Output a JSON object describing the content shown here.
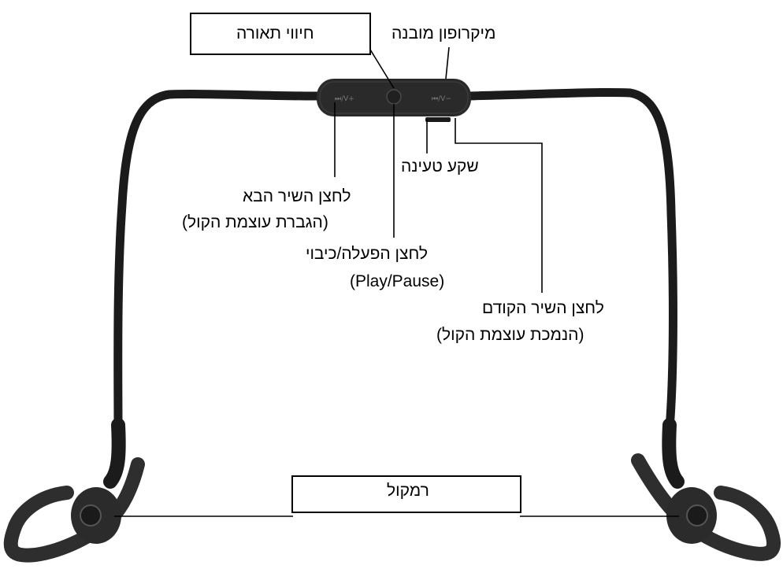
{
  "labels": {
    "light_indicator": "חיווי תאורה",
    "built_in_mic": "מיקרופון מובנה",
    "charging_port": "שקע טעינה",
    "next_song_line1": "לחצן השיר הבא",
    "next_song_line2": "(הגברת עוצמת הקול)",
    "play_pause_line1": "לחצן הפעלה/כיבוי",
    "play_pause_line2": "(Play/Pause)",
    "prev_song_line1": "לחצן השיר הקודם",
    "prev_song_line2": "(הנמכת עוצמת הקול)",
    "speaker": "רמקול"
  },
  "remote_markings": {
    "next_button": "⏭/V+",
    "prev_button": "⏮/V−"
  },
  "colors": {
    "cable": "#1b1b1b",
    "remote_body": "#2a2a2a",
    "ear_hook": "#2e2e2e",
    "leader_line": "#000000",
    "label_box_border": "#000000"
  }
}
